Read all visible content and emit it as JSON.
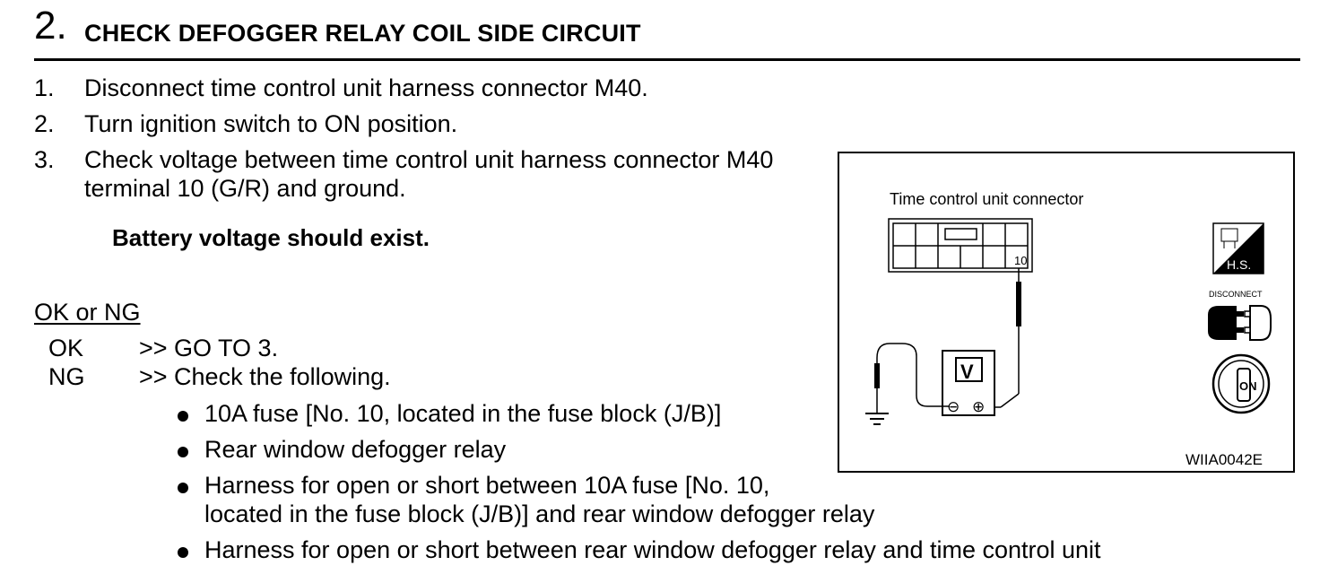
{
  "header": {
    "step_number": "2.",
    "title": "CHECK DEFOGGER RELAY COIL SIDE CIRCUIT"
  },
  "steps": [
    {
      "num": "1.",
      "lines": [
        "Disconnect time control unit harness connector M40."
      ]
    },
    {
      "num": "2.",
      "lines": [
        "Turn ignition switch to ON position."
      ]
    },
    {
      "num": "3.",
      "lines": [
        "Check voltage between time control unit harness connector M40",
        "terminal 10 (G/R) and ground."
      ]
    }
  ],
  "spec": "Battery voltage should exist.",
  "ok_ng_heading": "OK or NG",
  "results": [
    {
      "key": "OK",
      "value": ">> GO TO 3."
    },
    {
      "key": "NG",
      "value": ">> Check the following."
    }
  ],
  "check_items": [
    [
      "10A fuse [No. 10, located in the fuse block (J/B)]"
    ],
    [
      "Rear window defogger relay"
    ],
    [
      "Harness for open or short between 10A fuse [No. 10,",
      "located in the fuse block (J/B)] and rear window defogger relay"
    ],
    [
      "Harness for open or short between rear window defogger relay and time control unit"
    ]
  ],
  "figure": {
    "caption": "Time control unit connector",
    "terminal_label": "10",
    "meter_label": "V",
    "meter_minus": "⊖",
    "meter_plus": "⊕",
    "hs_label": "H.S.",
    "disconnect_label": "DISCONNECT",
    "on_label": "ON",
    "figure_code": "WIIA0042E"
  }
}
